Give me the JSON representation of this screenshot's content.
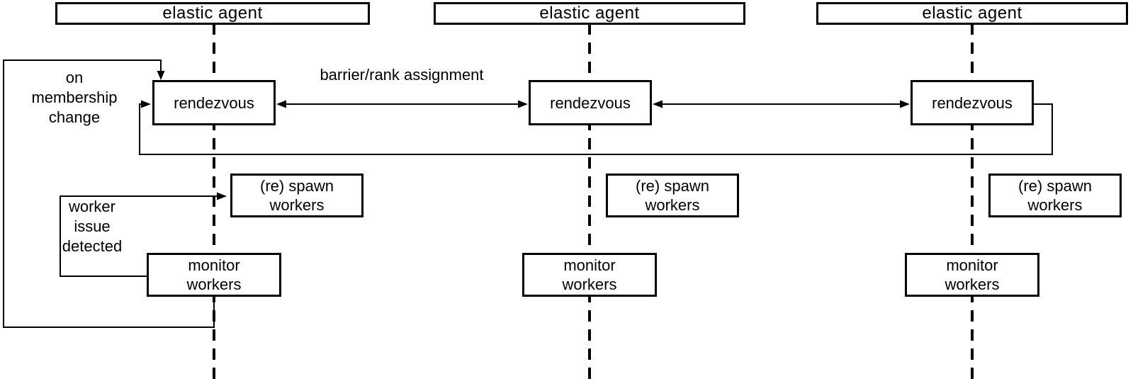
{
  "diagram": {
    "type": "elastic-agent-architecture-diagram",
    "colors": {
      "ink": "#000000",
      "background": "#ffffff"
    },
    "annotations": {
      "barrier_label": "barrier/rank assignment",
      "membership_label": "on\nmembership\nchange",
      "worker_issue_label": "worker\nissue\ndetected"
    },
    "agents": [
      {
        "title": "elastic agent",
        "rendezvous_label": "rendezvous",
        "spawn_label": "(re) spawn\nworkers",
        "monitor_label": "monitor\nworkers"
      },
      {
        "title": "elastic agent",
        "rendezvous_label": "rendezvous",
        "spawn_label": "(re) spawn\nworkers",
        "monitor_label": "monitor\nworkers"
      },
      {
        "title": "elastic agent",
        "rendezvous_label": "rendezvous",
        "spawn_label": "(re) spawn\nworkers",
        "monitor_label": "monitor\nworkers"
      }
    ]
  }
}
